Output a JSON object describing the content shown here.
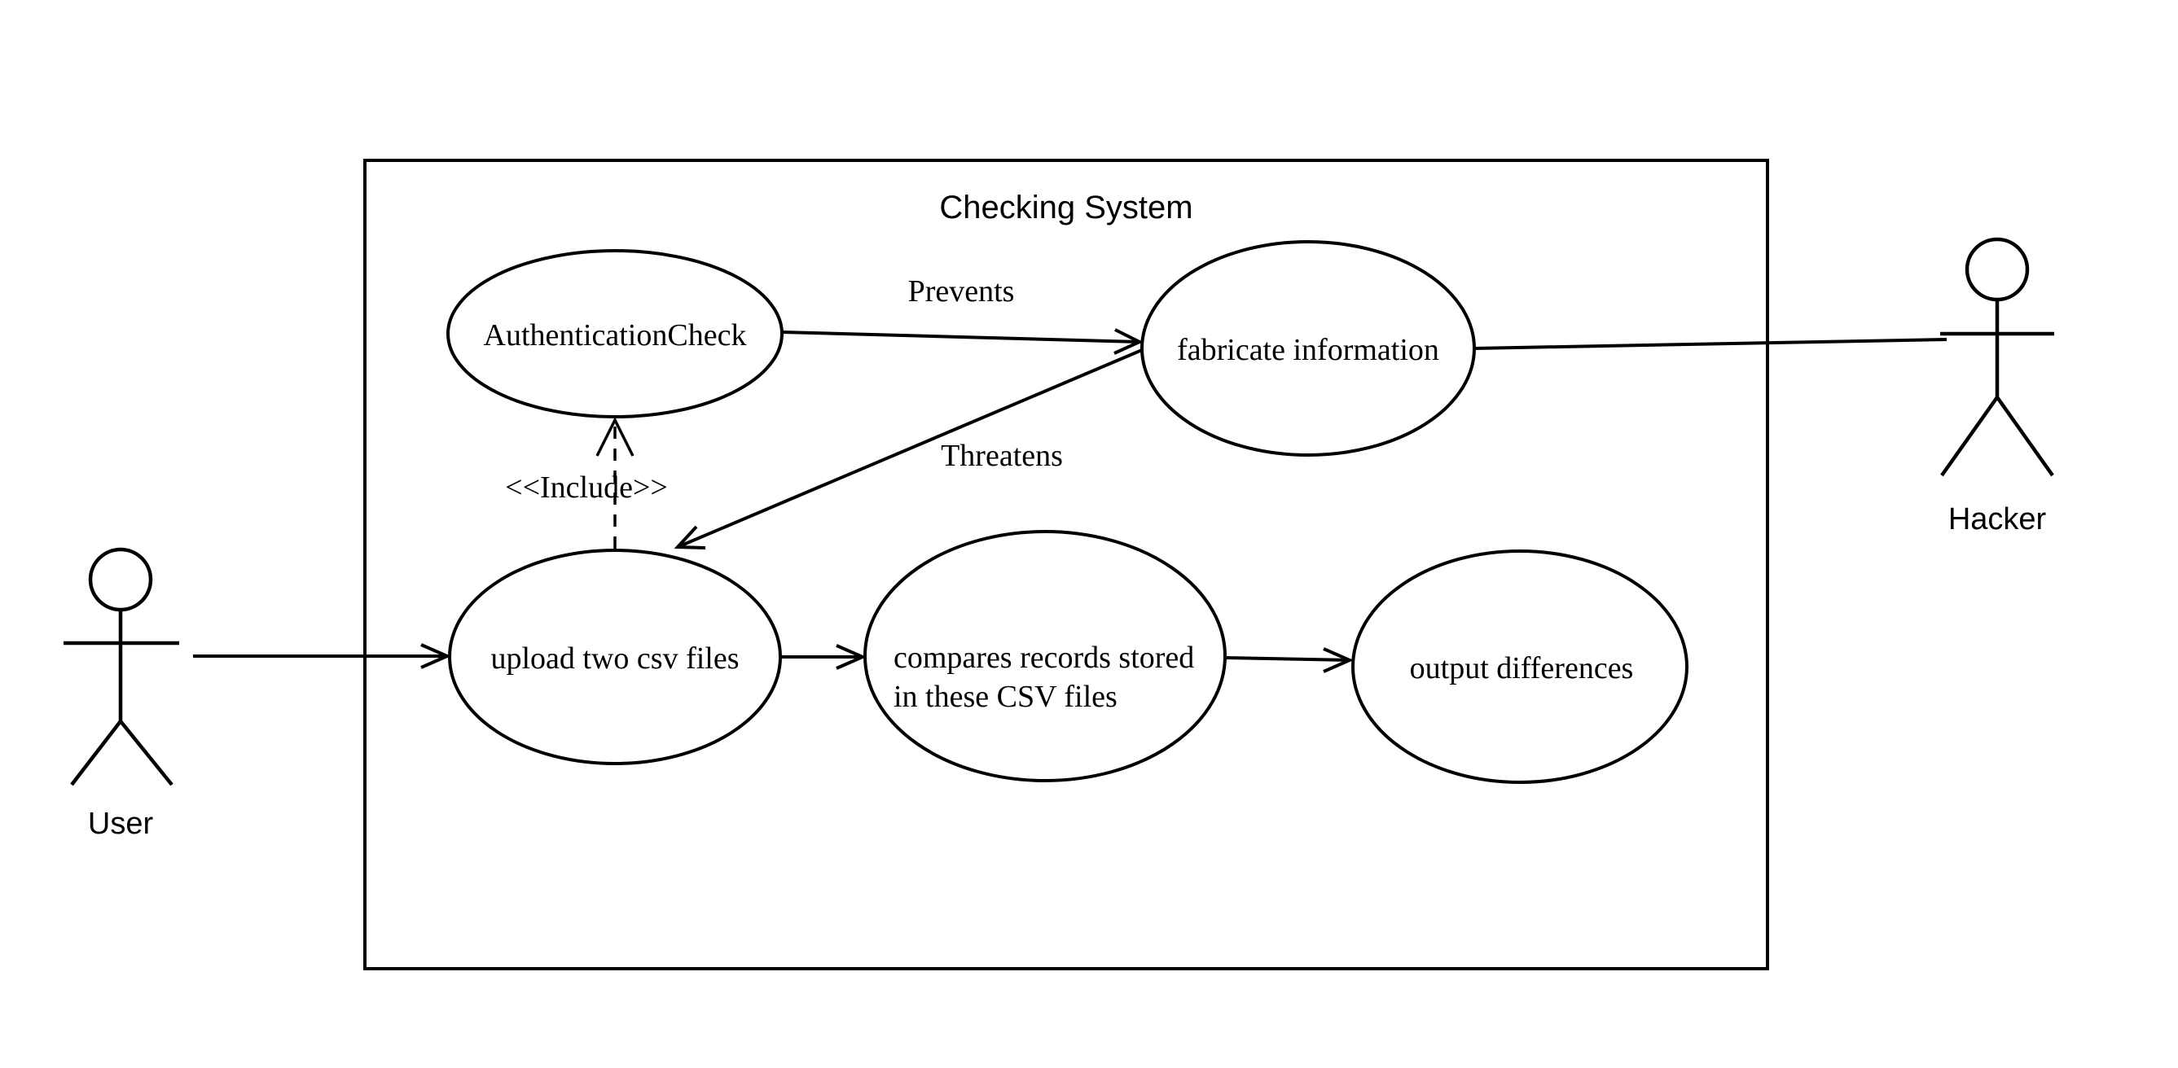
{
  "diagram": {
    "type": "uml-use-case",
    "colors": {
      "stroke": "#000000",
      "background": "#ffffff"
    },
    "system": {
      "title": "Checking System"
    },
    "actors": {
      "user": {
        "label": "User"
      },
      "hacker": {
        "label": "Hacker"
      }
    },
    "use_cases": {
      "authentication_check": {
        "label": "AuthenticationCheck"
      },
      "fabricate_information": {
        "label": "fabricate information"
      },
      "upload_two_csv_files": {
        "label": "upload two csv files"
      },
      "compares_records": {
        "lines": [
          "compares records stored",
          "in these CSV files"
        ]
      },
      "output_differences": {
        "label": "output differences"
      }
    },
    "relationships": {
      "prevents": {
        "label": "Prevents"
      },
      "threatens": {
        "label": "Threatens"
      },
      "include": {
        "label": "<<Include>>"
      }
    }
  }
}
